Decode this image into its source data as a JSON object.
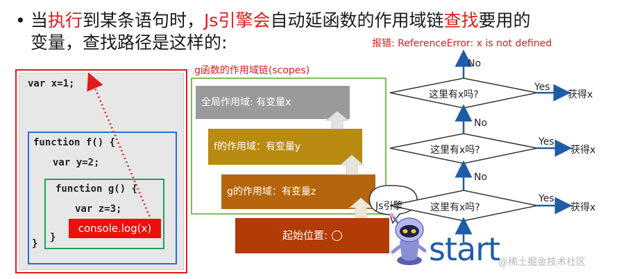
{
  "heading": {
    "bullet": "•",
    "line1_a": "当",
    "line1_b": "执行",
    "line1_c": "到某条语句时，",
    "line1_d": "Js引擎会",
    "line1_e": "自动延函数的作用域链",
    "line1_f": "查找",
    "line1_g": "要用的",
    "line2": "变量，查找路径是这样的:"
  },
  "error_note": "报错: ReferenceError: x is not defined",
  "code": {
    "line1": "var x=1;",
    "line2": "function f() {",
    "line3": "var y=2;",
    "line4": "function g() {",
    "line5": "var z=3;",
    "console": "console.log(x)",
    "close_inner": "}",
    "close_outer": "}"
  },
  "scope": {
    "title": "g函数的作用域链(scopes)",
    "global": "全局作用域: 有变量x",
    "f_scope": "f的作用域：有变量y",
    "g_scope": "g的作用域：有变量z",
    "start": "起始位置:"
  },
  "bubble": "Js引擎",
  "flow": {
    "question": "这里有x吗?",
    "yes": "Yes",
    "no": "No",
    "result": "获得x",
    "start": "start"
  },
  "watermark": "@稀土掘金技术社区",
  "colors": {
    "accent_red": "#e01b1b",
    "scope_gray": "#9a9a9a",
    "scope_gold": "#b88a10",
    "scope_orange": "#b5650d",
    "scope_start": "#b23c06",
    "flow_blue": "#1f5ca8"
  }
}
